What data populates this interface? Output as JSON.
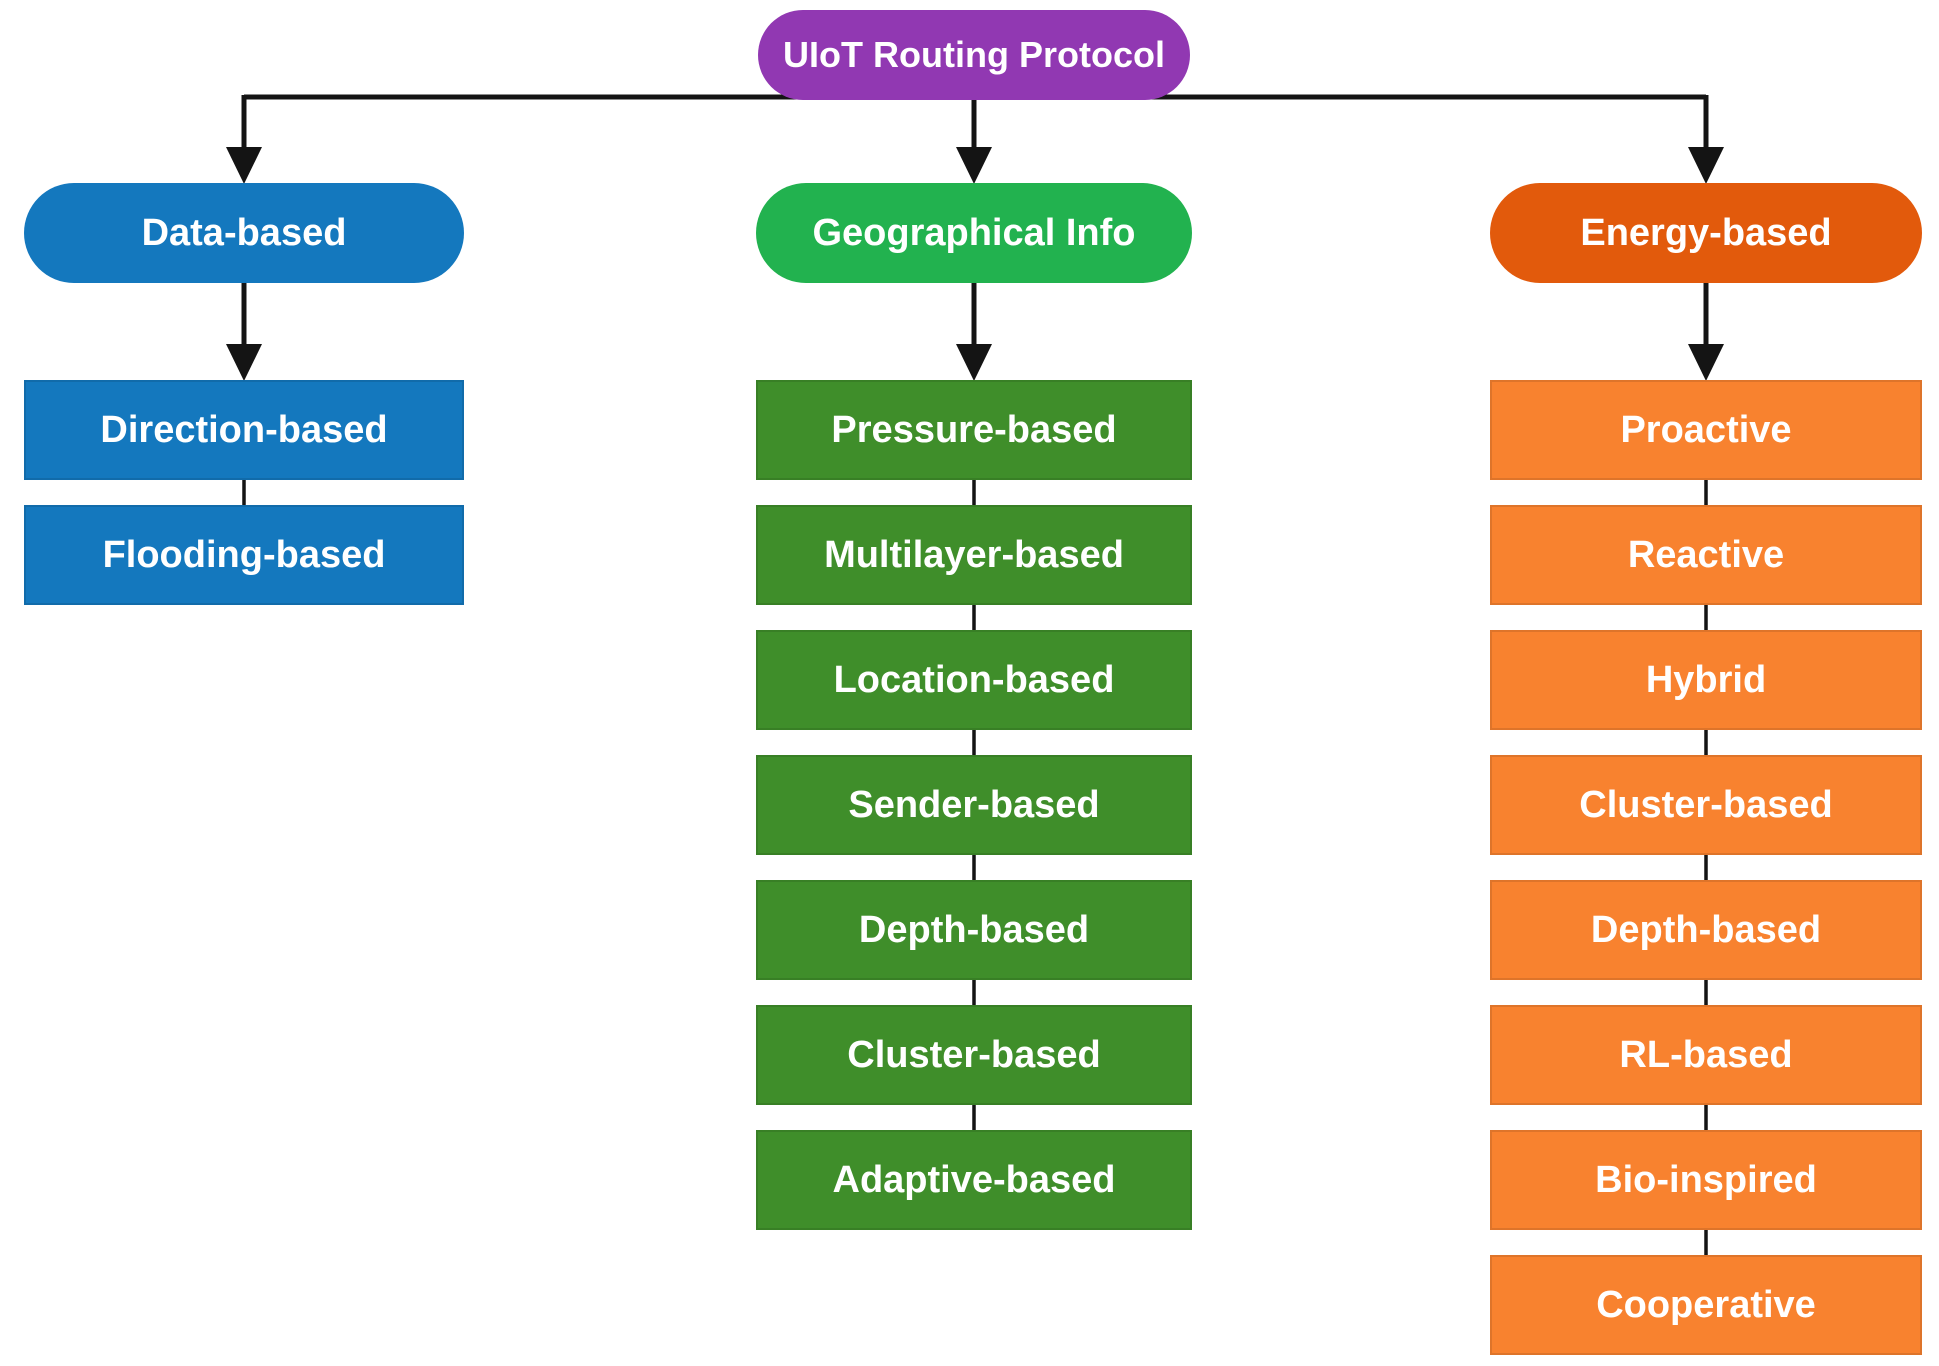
{
  "root": {
    "label": "UIoT Routing Protocol"
  },
  "branches": [
    {
      "id": "data-based",
      "label": "Data-based",
      "children": [
        "Direction-based",
        "Flooding-based"
      ]
    },
    {
      "id": "geographical-info",
      "label": "Geographical Info",
      "children": [
        "Pressure-based",
        "Multilayer-based",
        "Location-based",
        "Sender-based",
        "Depth-based",
        "Cluster-based",
        "Adaptive-based"
      ]
    },
    {
      "id": "energy-based",
      "label": "Energy-based",
      "children": [
        "Proactive",
        "Reactive",
        "Hybrid",
        "Cluster-based",
        "Depth-based",
        "RL-based",
        "Bio-inspired",
        "Cooperative"
      ]
    }
  ],
  "colors": {
    "root": "#9138B2",
    "blue": "#1478BE",
    "green_header": "#22B24F",
    "green_child": "#3F8E2A",
    "orange_header": "#E25A0C",
    "orange_child": "#F8822F",
    "line": "#141414",
    "text": "#FFFFFF",
    "background": "#FFFFFF"
  }
}
